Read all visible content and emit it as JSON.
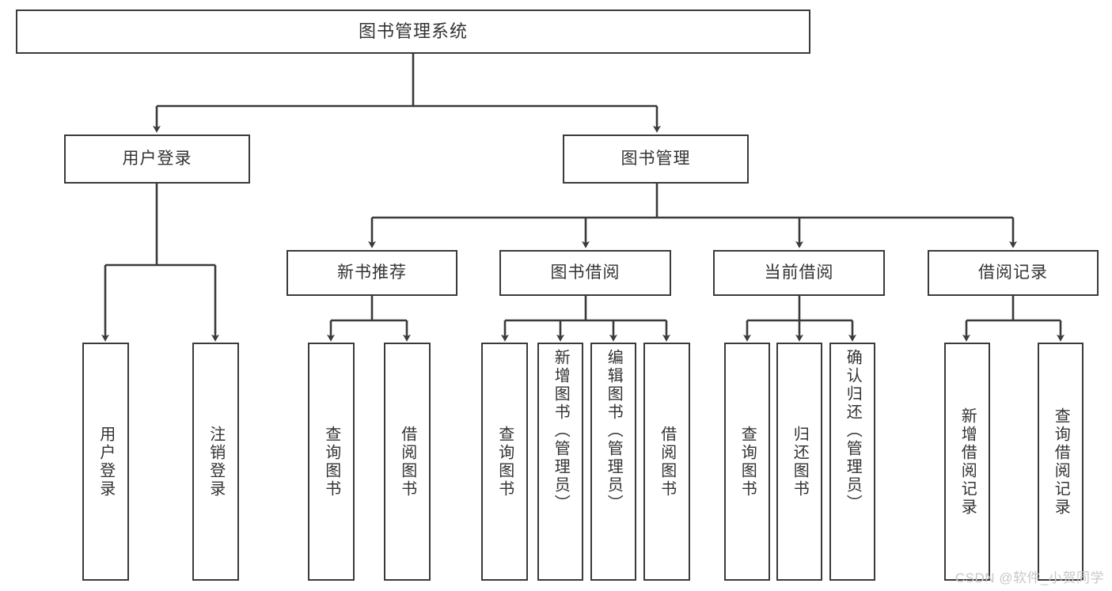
{
  "diagram": {
    "title": "图书管理系统",
    "type": "tree-hierarchy",
    "stroke_color": "#3a3a3a",
    "text_color": "#333333",
    "background": "#ffffff"
  },
  "nodes": {
    "root": {
      "label": "图书管理系统"
    },
    "level2": [
      {
        "id": "user-login",
        "label": "用户登录"
      },
      {
        "id": "book-management",
        "label": "图书管理"
      }
    ],
    "level3": [
      {
        "id": "new-book-recommend",
        "label": "新书推荐"
      },
      {
        "id": "book-borrow",
        "label": "图书借阅"
      },
      {
        "id": "current-borrow",
        "label": "当前借阅"
      },
      {
        "id": "borrow-record",
        "label": "借阅记录"
      }
    ],
    "leaves": {
      "user_login": [
        {
          "id": "leaf-user-login",
          "label": "用户登录"
        },
        {
          "id": "leaf-logout-login",
          "label": "注销登录"
        }
      ],
      "new_book_recommend": [
        {
          "id": "leaf-query-book-1",
          "label": "查询图书"
        },
        {
          "id": "leaf-borrow-book-1",
          "label": "借阅图书"
        }
      ],
      "book_borrow": [
        {
          "id": "leaf-query-book-2",
          "label": "查询图书"
        },
        {
          "id": "leaf-add-book",
          "label": "新增图书（管理员）"
        },
        {
          "id": "leaf-edit-book",
          "label": "编辑图书（管理员）"
        },
        {
          "id": "leaf-borrow-book-2",
          "label": "借阅图书"
        }
      ],
      "current_borrow": [
        {
          "id": "leaf-query-book-3",
          "label": "查询图书"
        },
        {
          "id": "leaf-return-book",
          "label": "归还图书"
        },
        {
          "id": "leaf-confirm-return",
          "label": "确认归还（管理员）"
        }
      ],
      "borrow_record": [
        {
          "id": "leaf-add-record",
          "label": "新增借阅记录"
        },
        {
          "id": "leaf-query-record",
          "label": "查询借阅记录"
        }
      ]
    }
  },
  "watermark": {
    "text": "CSDN @软件_小贺同学"
  }
}
